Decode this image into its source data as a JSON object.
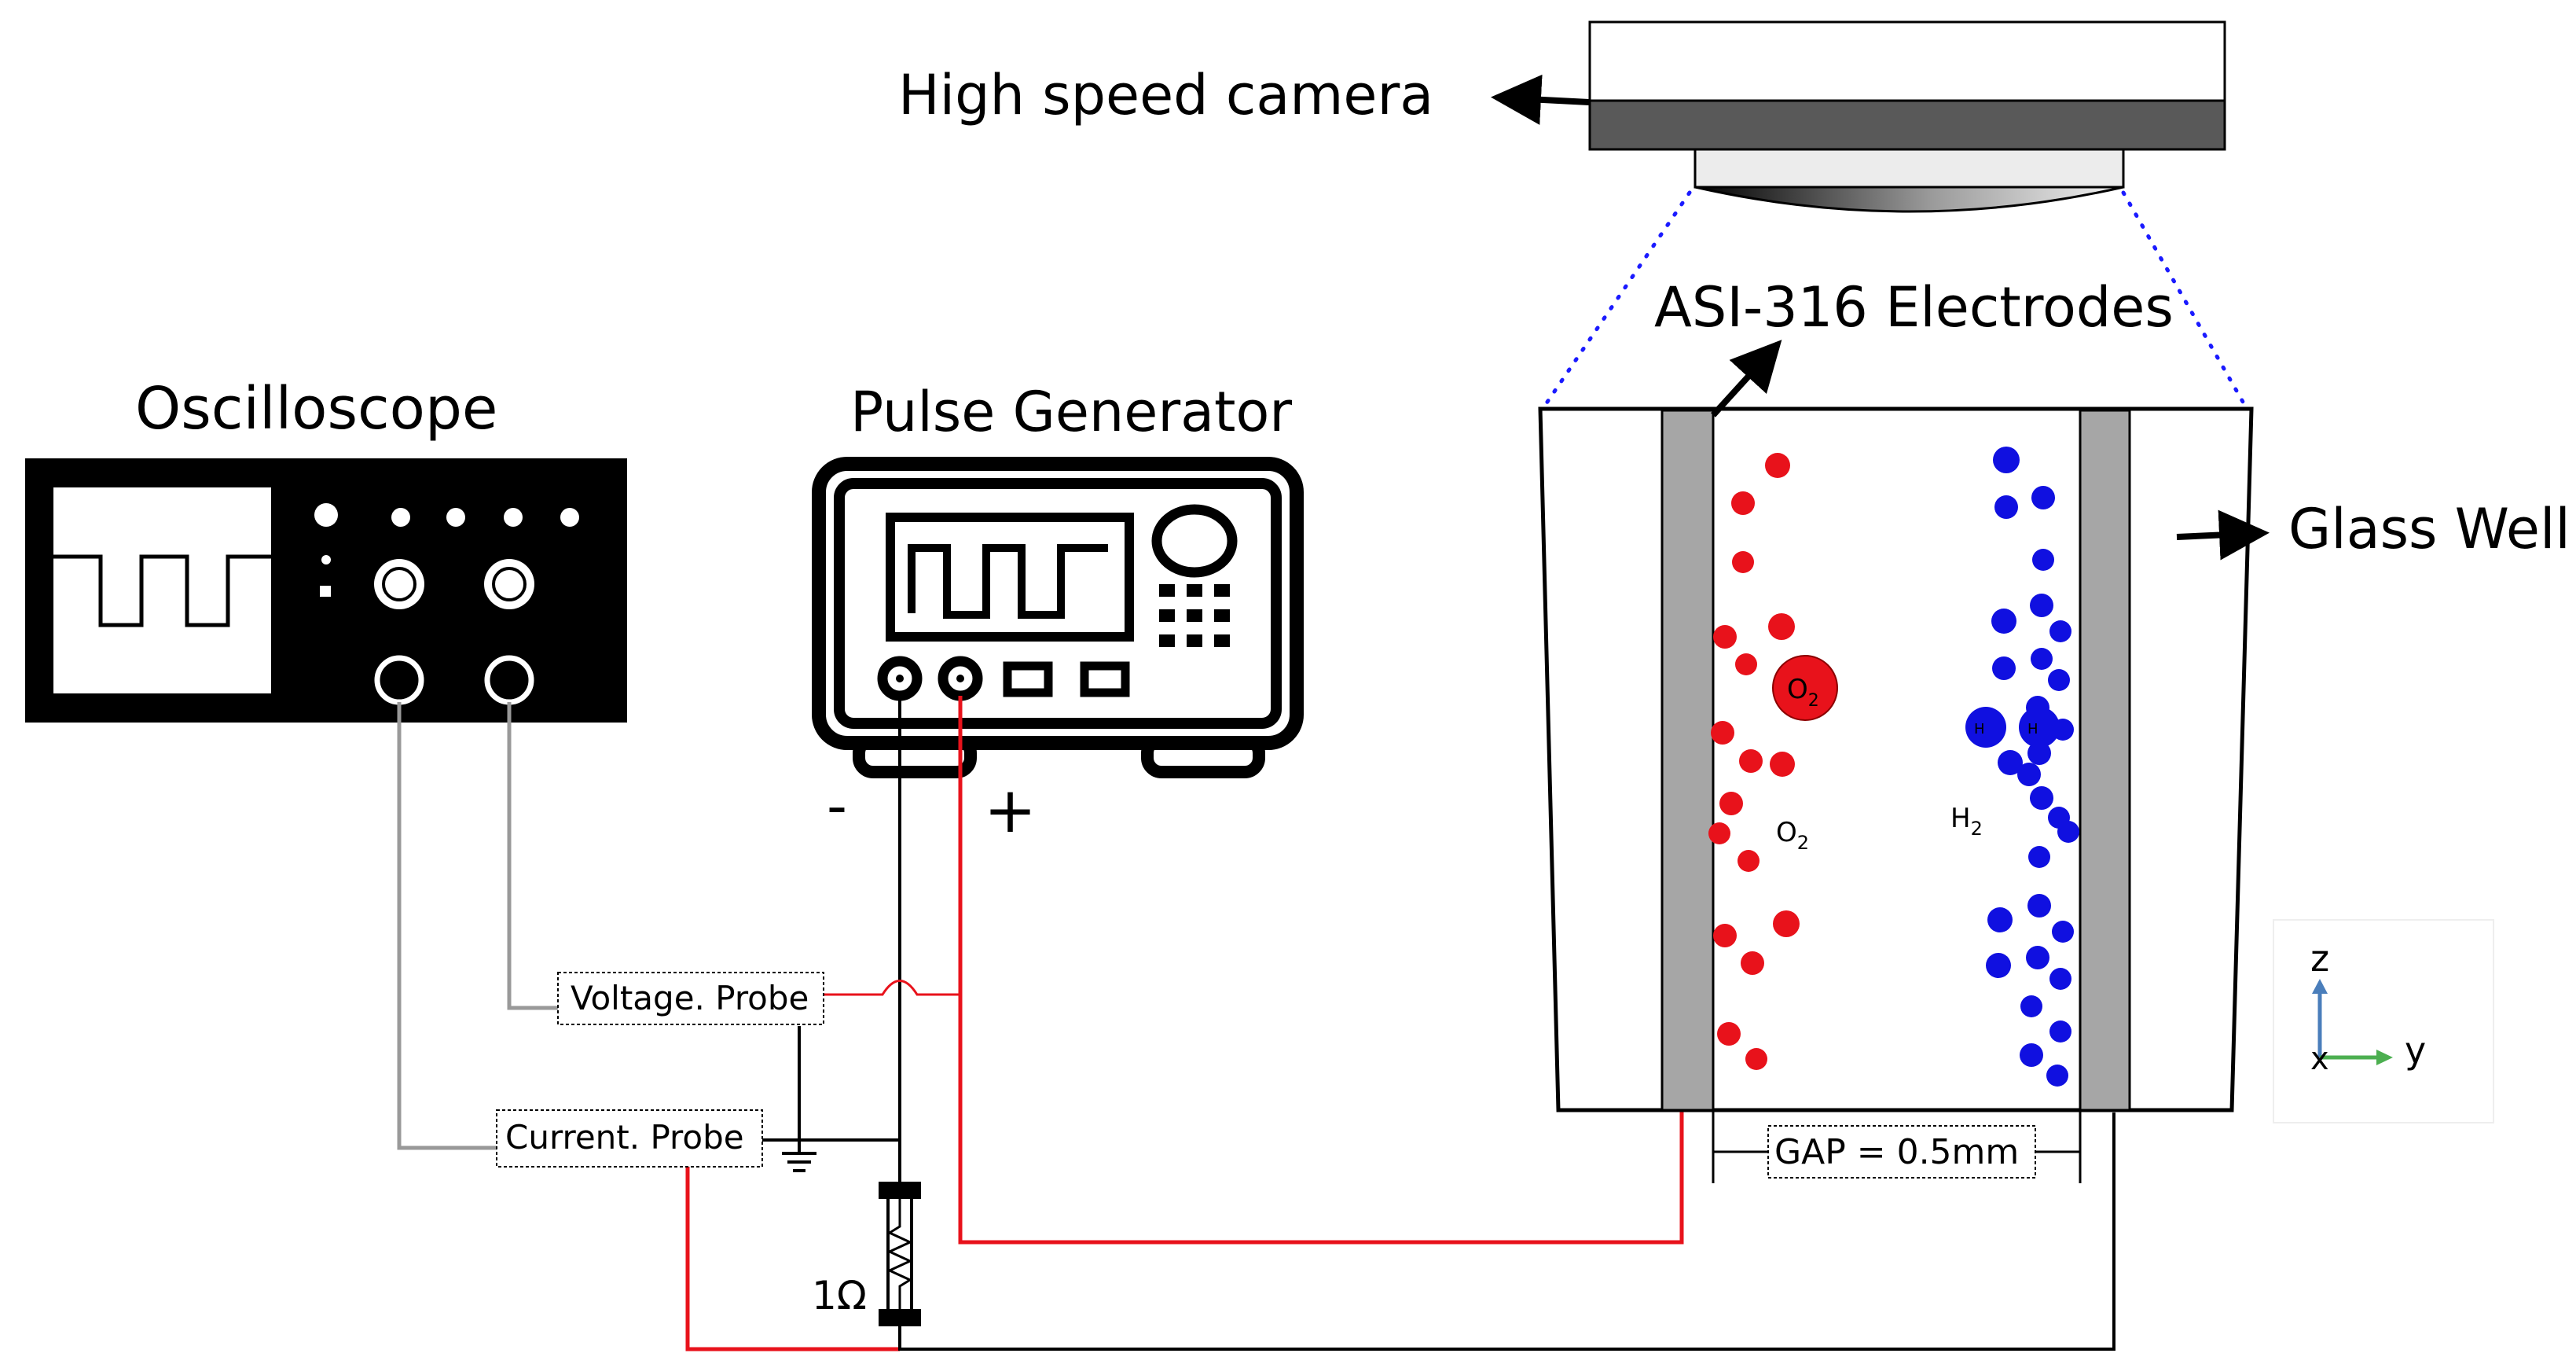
{
  "labels": {
    "high_speed_camera": "High speed camera",
    "asi_electrodes": "ASI-316 Electrodes",
    "oscilloscope": "Oscilloscope",
    "pulse_generator": "Pulse Generator",
    "glass_well": "Glass Well",
    "minus": "-",
    "plus": "+",
    "voltage_probe": "Voltage. Probe",
    "current_probe": "Current. Probe",
    "resistor": "1Ω",
    "gap": "GAP = 0.5mm",
    "o2_main": "O",
    "h2_main": "H",
    "subscript_2": "2",
    "o2_bubble": "O",
    "h2_small_1": "H",
    "h2_small_2": "H",
    "axis_z": "z",
    "axis_x": "x",
    "axis_y": "y"
  },
  "colors": {
    "oxygen_bubble": "#e8121b",
    "hydrogen_bubble": "#1010e0",
    "signal_wire": "#e8121b",
    "probe_cable": "#999999",
    "ground_wire": "#000000",
    "electrode_fill": "#a6a6a6",
    "camera_body": "#595959",
    "axis_z": "#4a7ebb",
    "axis_y": "#4caf50",
    "axis_x": "#c0392b"
  },
  "icons": {
    "oscilloscope": "oscilloscope-icon",
    "pulse_generator": "signal-generator-icon",
    "camera": "camera-icon",
    "ground": "ground-symbol-icon",
    "resistor": "resistor-icon",
    "axes": "xyz-axes-icon"
  }
}
